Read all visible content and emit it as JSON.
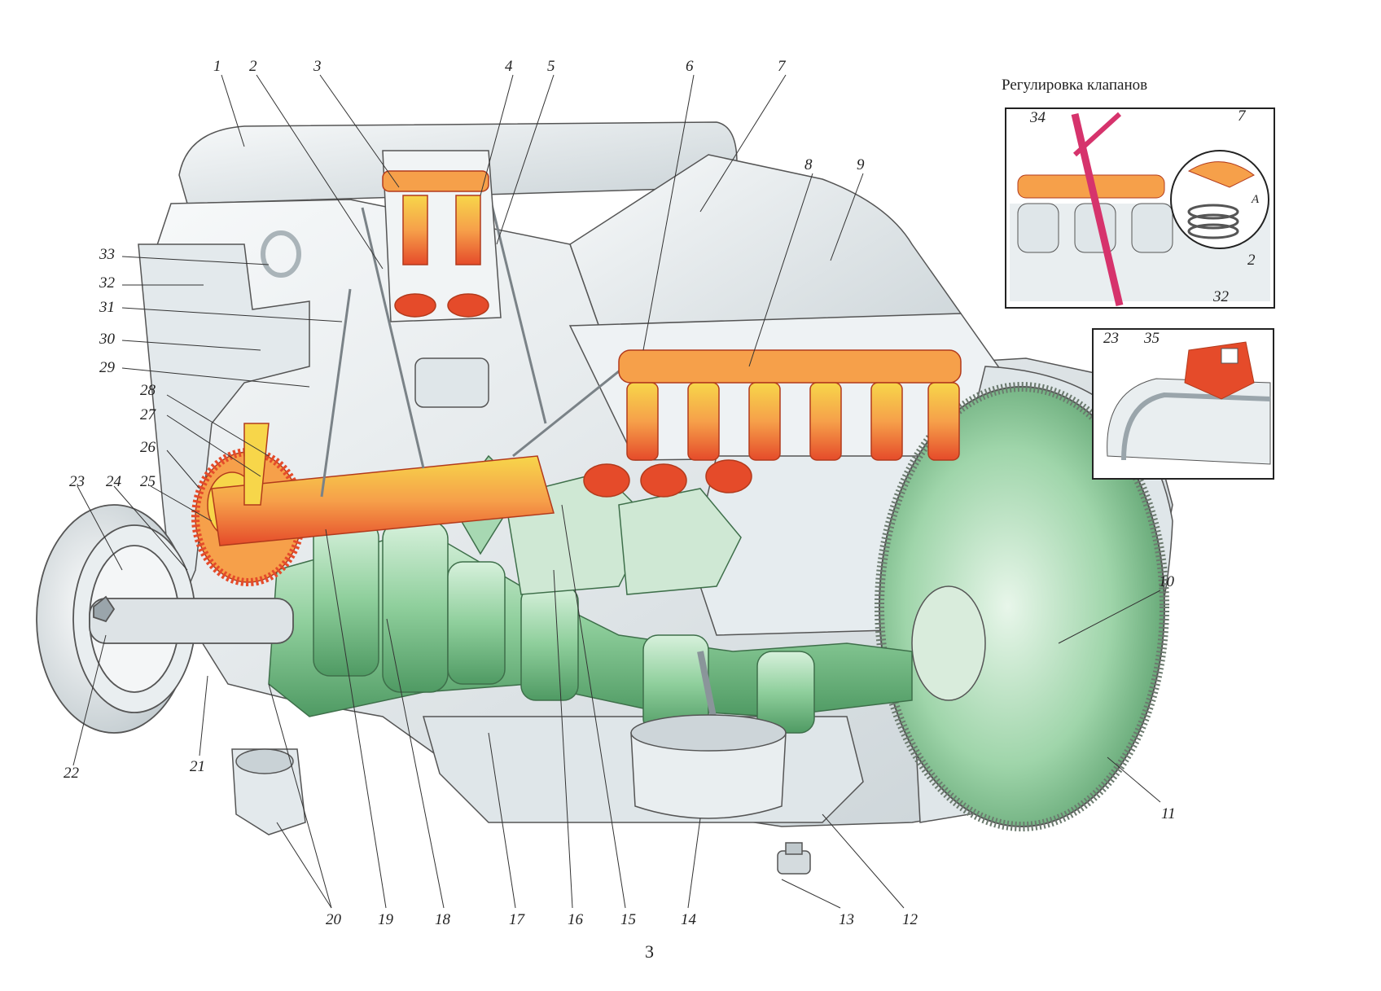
{
  "inset_title": "Регулировка клапанов",
  "page_number": "3",
  "main_callouts": [
    "1",
    "2",
    "3",
    "4",
    "5",
    "6",
    "7",
    "8",
    "9",
    "10",
    "11",
    "12",
    "13",
    "14",
    "15",
    "16",
    "17",
    "18",
    "19",
    "20",
    "21",
    "22",
    "23",
    "24",
    "25",
    "26",
    "27",
    "28",
    "29",
    "30",
    "31",
    "32",
    "33"
  ],
  "inset1_callouts": [
    "34",
    "7",
    "2",
    "32"
  ],
  "inset1_gap_label": "А",
  "inset2_callouts": [
    "23",
    "35"
  ],
  "colors": {
    "block": "#e9eef0",
    "block_shadow": "#c9d2d6",
    "crank_green": "#8fcf9c",
    "hot_orange": "#f6a04a",
    "hot_red": "#e54b2a",
    "hot_yellow": "#f7d64a",
    "tool_magenta": "#d6336c",
    "outline": "#555555"
  }
}
